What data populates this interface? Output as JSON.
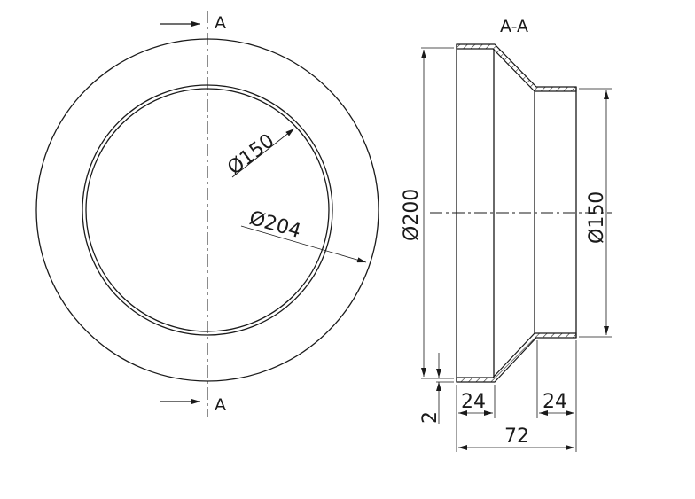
{
  "front_view": {
    "section_mark_top": "A",
    "section_mark_bottom": "A",
    "dim_inner": "Ø150",
    "dim_outer": "Ø204"
  },
  "section_view": {
    "title": "A-A",
    "dim_large_diameter": "Ø200",
    "dim_small_diameter": "Ø150",
    "dim_wall": "2",
    "dim_left_collar": "24",
    "dim_right_collar": "24",
    "dim_total_length": "72"
  }
}
